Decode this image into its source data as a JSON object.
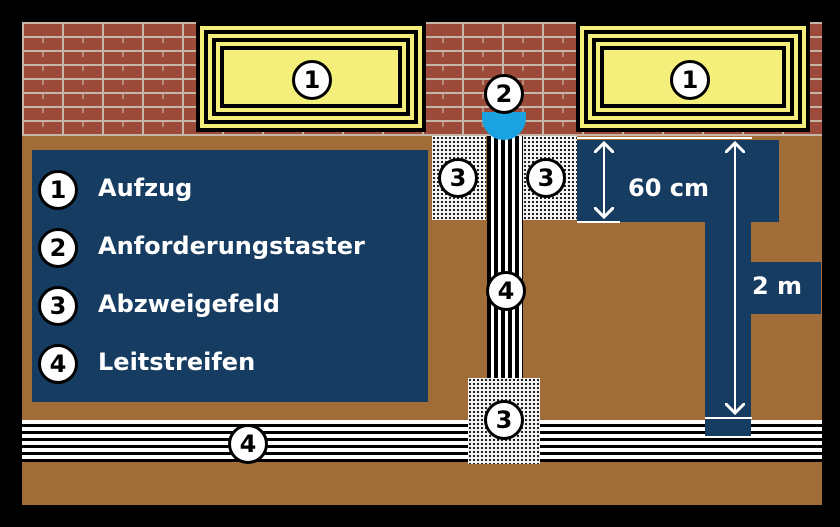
{
  "legend": {
    "items": [
      {
        "number": "1",
        "label": "Aufzug"
      },
      {
        "number": "2",
        "label": "Anforderungstaster"
      },
      {
        "number": "3",
        "label": "Abzweigefeld"
      },
      {
        "number": "4",
        "label": "Leitstreifen"
      }
    ]
  },
  "markers": {
    "elevator_left": "1",
    "elevator_right": "1",
    "button": "2",
    "branch_left": "3",
    "branch_right": "3",
    "branch_bottom": "3",
    "strip_vertical": "4",
    "strip_horizontal": "4"
  },
  "dimensions": {
    "short": "60 cm",
    "long": "2 m"
  },
  "colors": {
    "floor": "#a06d39",
    "brick": "#9c4a3a",
    "navy": "#173c61",
    "elevator": "#f4ef7a",
    "button": "#1aa3e0"
  }
}
